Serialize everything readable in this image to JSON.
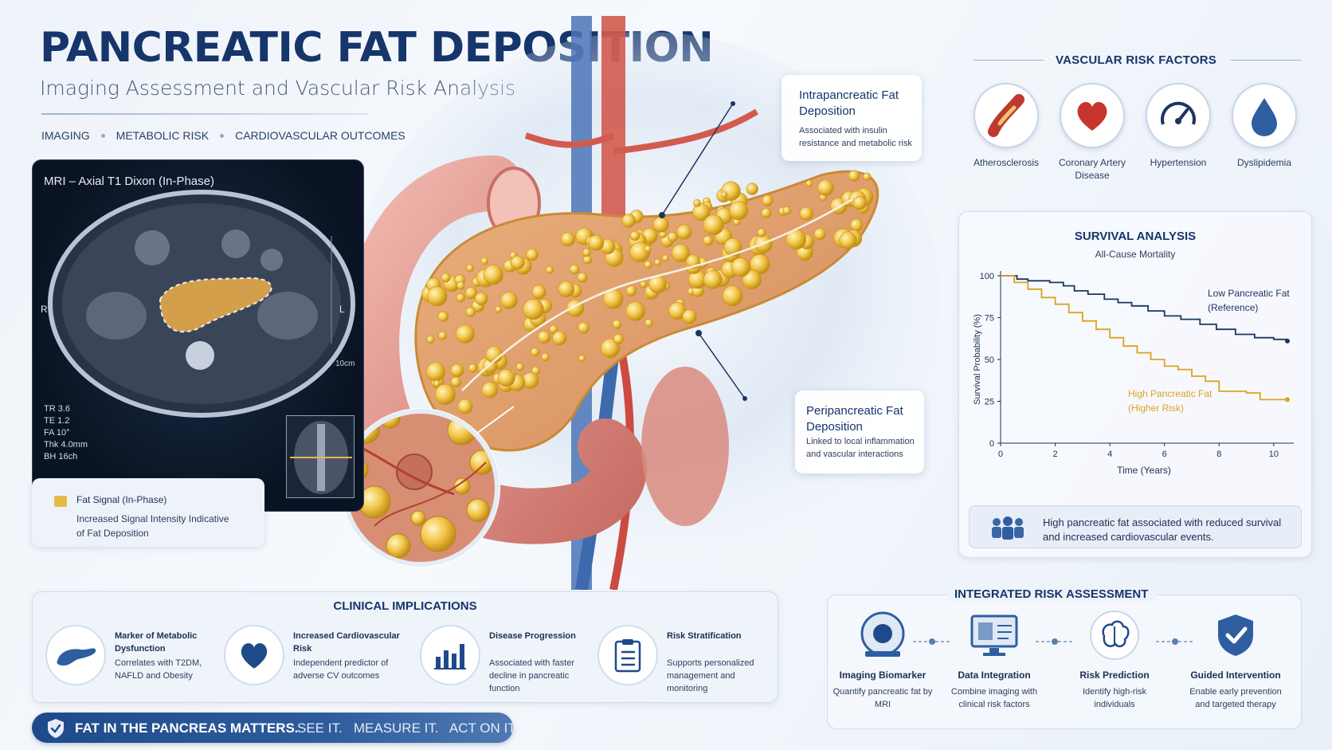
{
  "header": {
    "title": "PANCREATIC FAT DEPOSITION",
    "subtitle": "Imaging Assessment and Vascular Risk Analysis",
    "tags": [
      "IMAGING",
      "METABOLIC RISK",
      "CARDIOVASCULAR OUTCOMES"
    ]
  },
  "mri": {
    "title": "MRI – Axial T1 Dixon (In-Phase)",
    "left_marker": "R",
    "right_marker": "L",
    "scale_label": "10cm",
    "params": [
      "TR 3.6",
      "TE 1.2",
      "FA 10°",
      "Thk 4.0mm",
      "BH 16ch"
    ],
    "legend_title": "Fat Signal (In-Phase)",
    "legend_desc": "Increased Signal Intensity Indicative of Fat Deposition",
    "legend_color": "#e7b94a"
  },
  "callouts": {
    "intra": {
      "title": "Intrapancreatic Fat Deposition",
      "desc": "Associated with insulin resistance and metabolic risk"
    },
    "peri": {
      "title": "Peripancreatic Fat Deposition",
      "desc": "Linked to local inflammation and vascular interactions"
    }
  },
  "vascular_risk": {
    "title": "VASCULAR RISK FACTORS",
    "items": [
      {
        "label": "Atherosclerosis",
        "icon": "artery-plaque-icon"
      },
      {
        "label": "Coronary Artery Disease",
        "icon": "heart-icon"
      },
      {
        "label": "Hypertension",
        "icon": "gauge-icon"
      },
      {
        "label": "Dyslipidemia",
        "icon": "droplet-icon"
      }
    ]
  },
  "survival": {
    "title": "SURVIVAL ANALYSIS",
    "subtitle": "All-Cause Mortality",
    "note": "High pancreatic fat associated with reduced survival and increased cardiovascular events."
  },
  "chart_data": {
    "type": "line",
    "title": "SURVIVAL ANALYSIS",
    "subtitle": "All-Cause Mortality",
    "xlabel": "Time (Years)",
    "ylabel": "Survival Probability (%)",
    "xlim": [
      0,
      10.5
    ],
    "ylim": [
      0,
      100
    ],
    "xticks": [
      0,
      2,
      4,
      6,
      8,
      10
    ],
    "yticks": [
      0,
      25,
      50,
      75,
      100
    ],
    "series": [
      {
        "name": "Low Pancreatic Fat (Reference)",
        "color": "#1c3563",
        "x": [
          0,
          0.6,
          1.0,
          1.8,
          2.3,
          2.7,
          3.2,
          3.8,
          4.3,
          4.8,
          5.4,
          6.0,
          6.6,
          7.3,
          7.9,
          8.6,
          9.3,
          10.0,
          10.5
        ],
        "y": [
          100,
          98,
          97,
          96,
          94,
          91,
          89,
          86,
          84,
          82,
          79,
          76,
          74,
          71,
          68,
          65,
          63,
          62,
          61
        ]
      },
      {
        "name": "High Pancreatic Fat (Higher Risk)",
        "color": "#d9a51f",
        "x": [
          0,
          0.5,
          1.0,
          1.5,
          2.0,
          2.5,
          3.0,
          3.5,
          4.0,
          4.5,
          5.0,
          5.5,
          6.0,
          6.5,
          7.0,
          7.5,
          8.0,
          8.5,
          9.0,
          9.5,
          10.0,
          10.5
        ],
        "y": [
          100,
          96,
          92,
          87,
          83,
          78,
          73,
          68,
          63,
          58,
          54,
          50,
          46,
          44,
          40,
          37,
          31,
          31,
          30,
          26,
          26,
          26
        ]
      }
    ]
  },
  "clinical": {
    "title": "CLINICAL IMPLICATIONS",
    "items": [
      {
        "name": "Marker of Metabolic Dysfunction",
        "desc": "Correlates with T2DM, NAFLD and Obesity",
        "icon": "pancreas-icon"
      },
      {
        "name": "Increased Cardiovascular Risk",
        "desc": "Independent predictor of adverse CV outcomes",
        "icon": "heart-icon"
      },
      {
        "name": "Disease Progression",
        "desc": "Associated with faster decline in pancreatic function",
        "icon": "bar-chart-icon"
      },
      {
        "name": "Risk Stratification",
        "desc": "Supports personalized management and monitoring",
        "icon": "clipboard-icon"
      }
    ]
  },
  "integrated": {
    "title": "INTEGRATED RISK ASSESSMENT",
    "items": [
      {
        "name": "Imaging Biomarker",
        "desc": "Quantify pancreatic fat by MRI",
        "icon": "mri-scanner-icon"
      },
      {
        "name": "Data Integration",
        "desc": "Combine imaging with clinical risk factors",
        "icon": "monitor-icon"
      },
      {
        "name": "Risk Prediction",
        "desc": "Identify high-risk individuals",
        "icon": "brain-icon"
      },
      {
        "name": "Guided Intervention",
        "desc": "Enable early prevention and targeted therapy",
        "icon": "shield-check-icon"
      }
    ]
  },
  "banner": {
    "main": "FAT IN THE PANCREAS MATTERS.",
    "tagline": "SEE IT.   MEASURE IT.   ACT ON IT."
  }
}
